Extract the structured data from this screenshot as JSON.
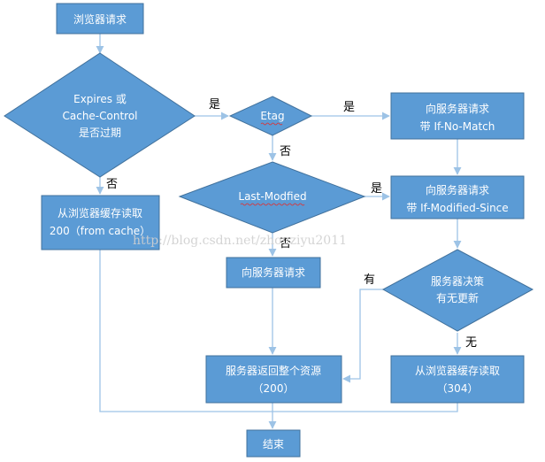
{
  "nodes": {
    "start": "浏览器请求",
    "expires_decision": [
      "Expires 或",
      "Cache-Control",
      "是否过期"
    ],
    "etag_decision": "Etag",
    "if_no_match": [
      "向服务器请求",
      "带 If-No-Match"
    ],
    "read_cache_200": [
      "从浏览器缓存读取",
      "200（from cache）"
    ],
    "last_modified_decision": "Last-Modfied",
    "if_modified_since": [
      "向服务器请求",
      "带 If-Modified-Since"
    ],
    "request_server": "向服务器请求",
    "server_decides": [
      "服务器决策",
      "有无更新"
    ],
    "return_resource": [
      "服务器返回整个资源",
      "（200）"
    ],
    "read_cache_304": [
      "从浏览器缓存读取",
      "（304）"
    ],
    "end": "结束"
  },
  "edge_labels": {
    "expires_yes": "是",
    "etag_yes": "是",
    "expires_no": "否",
    "etag_no": "否",
    "lastmod_yes": "是",
    "lastmod_no": "否",
    "server_yes": "有",
    "server_no": "无"
  },
  "watermark": "http://blog.csdn.net/zhouziyu2011",
  "colors": {
    "node_fill": "#5b9bd5",
    "node_stroke": "#41719c",
    "edge": "#9dc3e6"
  }
}
